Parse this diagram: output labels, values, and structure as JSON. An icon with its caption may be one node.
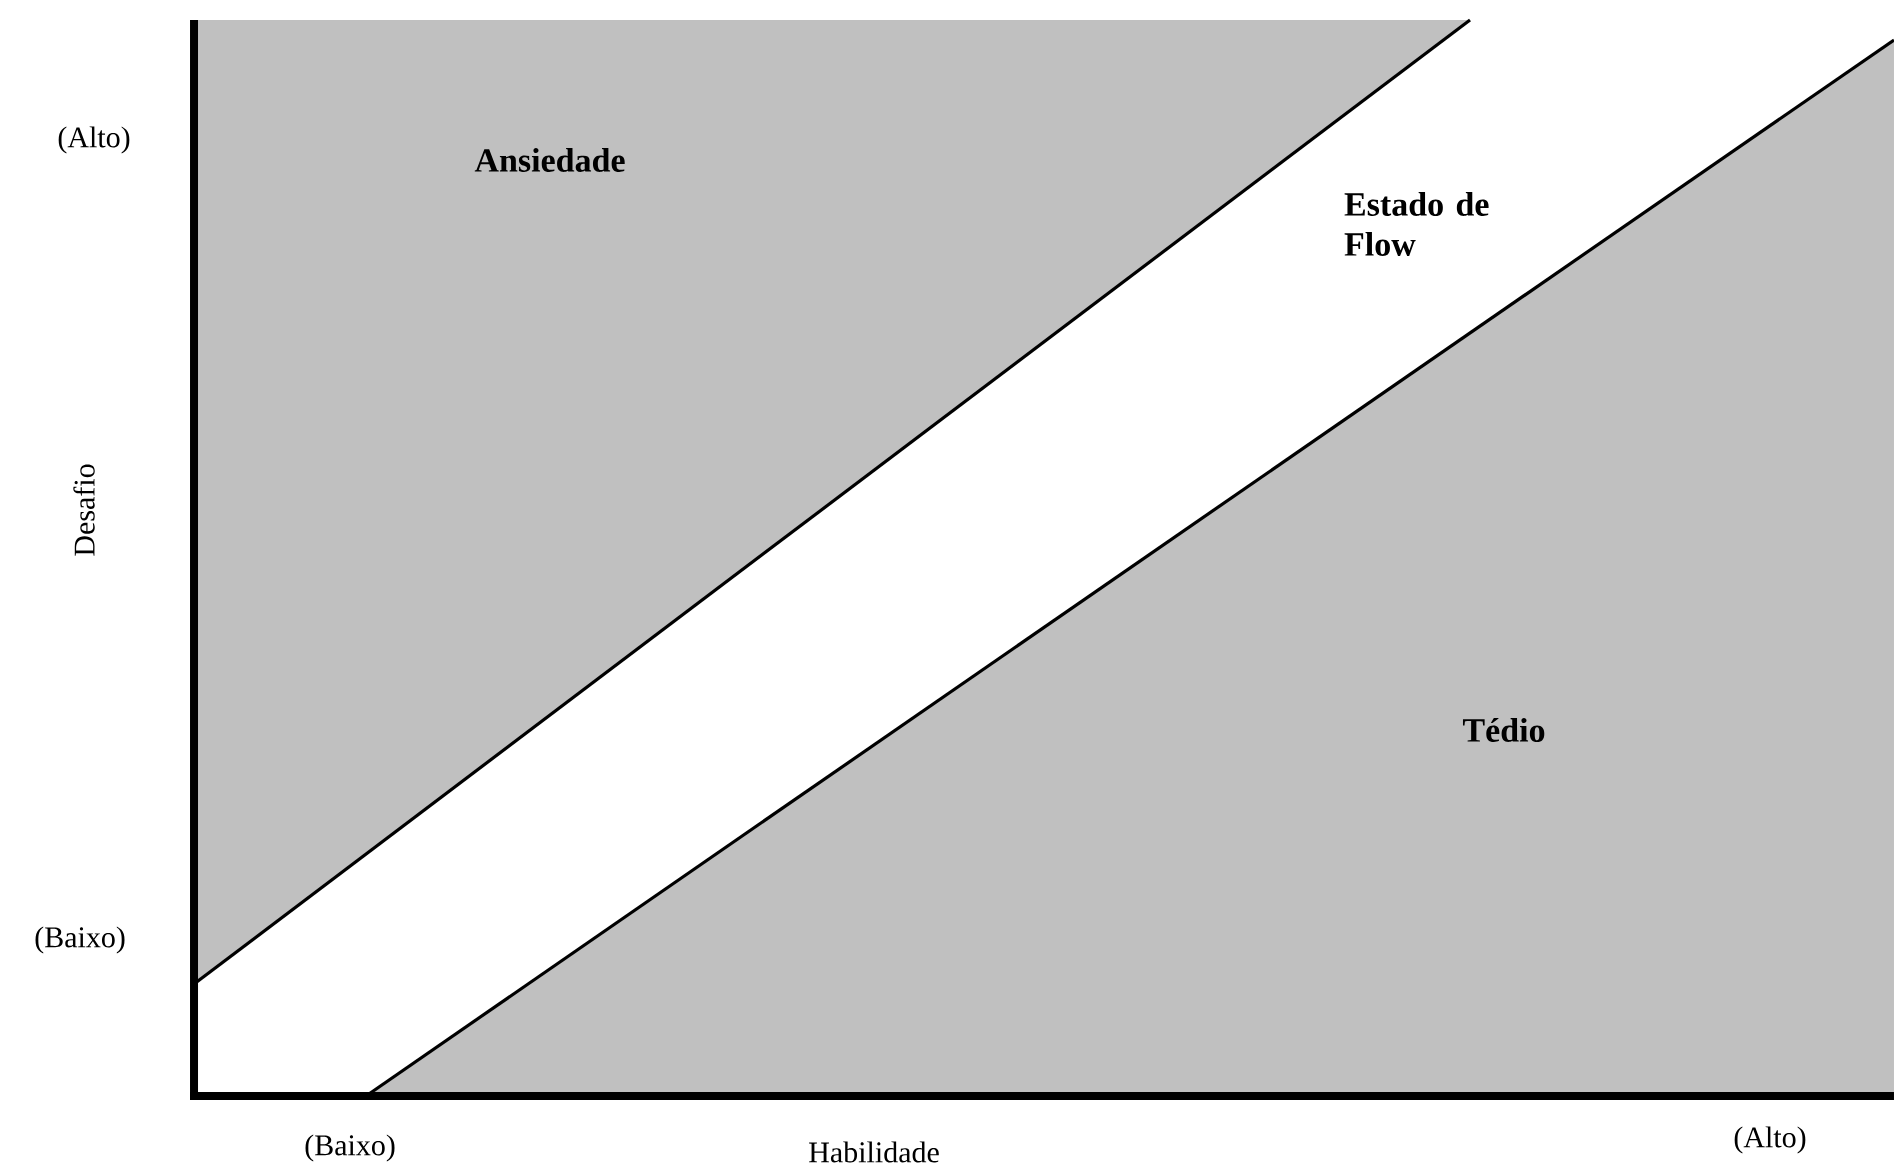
{
  "diagram": {
    "nodes": [
      {
        "text": [
          "Ansiedade"
        ]
      },
      {
        "text": [
          "Estado de Flow"
        ]
      },
      {
        "text": [
          "Tédio"
        ]
      }
    ],
    "labels": [
      "(Alto)",
      "Desafio",
      "(Baixo)",
      "(Baixo)",
      "Habilidade",
      "(Alto)"
    ]
  }
}
